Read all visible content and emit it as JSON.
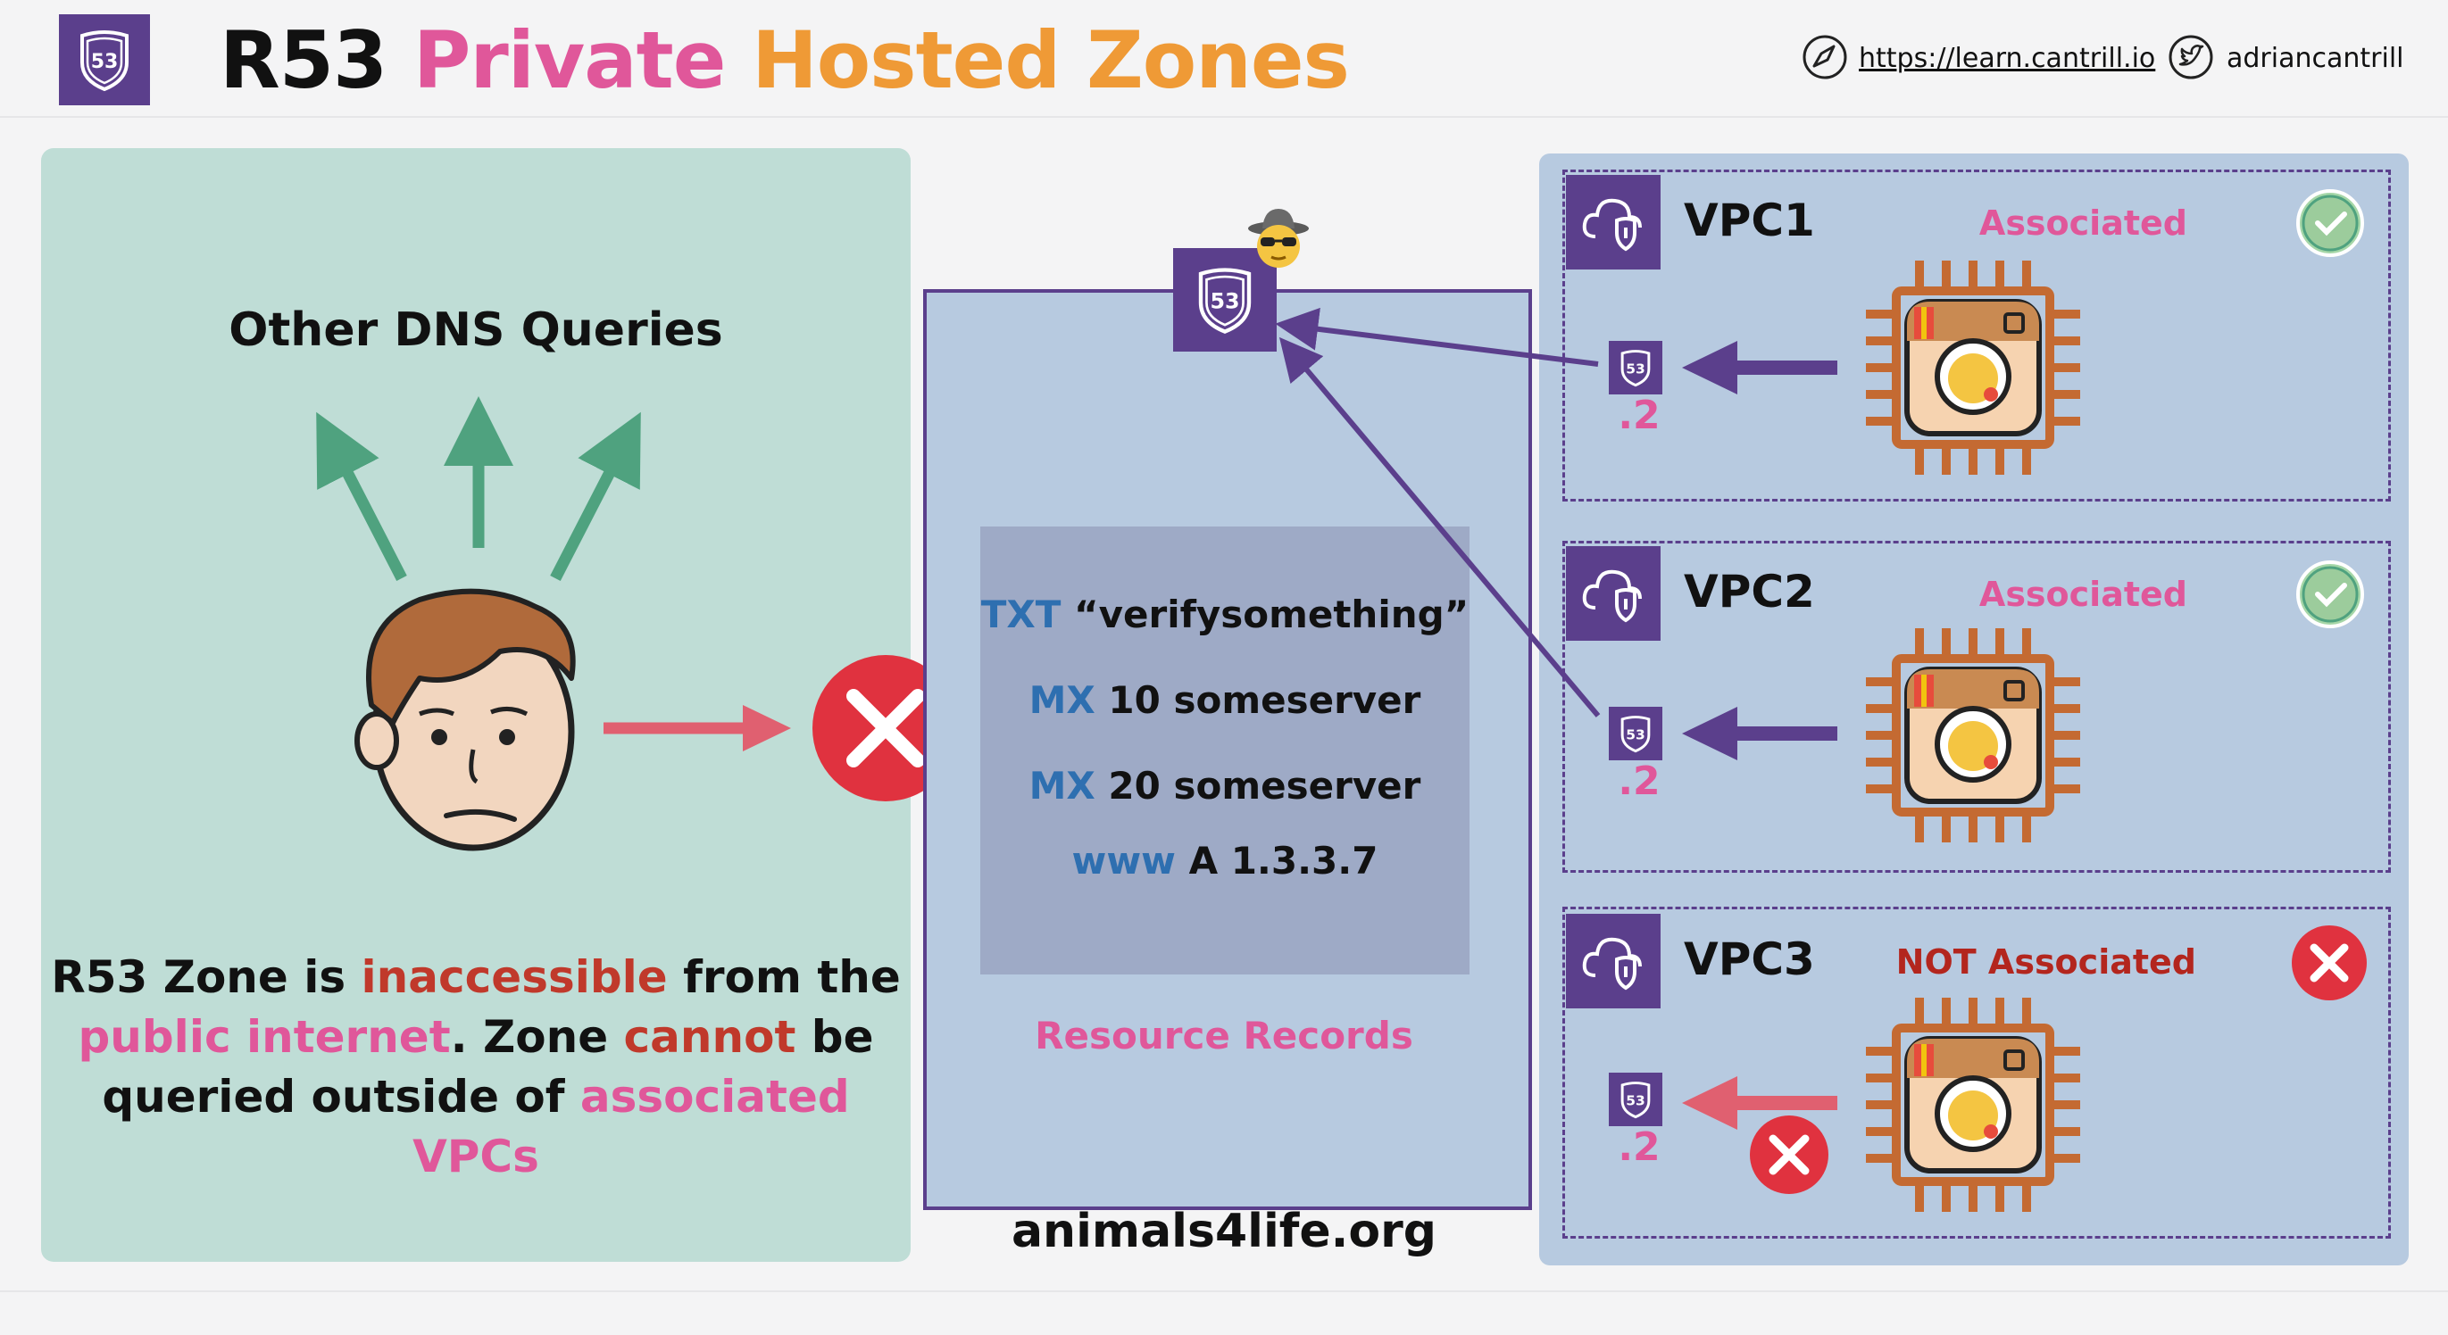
{
  "header": {
    "title_part1": "R53",
    "title_part2": "Private",
    "title_part3": "Hosted Zones",
    "link_url_text": "https://learn.cantrill.io",
    "twitter_handle": "adriancantrill",
    "logo_text": "53"
  },
  "left": {
    "other_dns": "Other DNS Queries",
    "line1_a": "R53 Zone is ",
    "line1_b": "inaccessible",
    "line1_c": " from the",
    "line2_a": "public internet",
    "line2_b": ". Zone ",
    "line2_c": "cannot",
    "line2_d": " be",
    "line3_a": "queried outside of ",
    "line3_b": "associated VPCs"
  },
  "zone": {
    "r53_text": "53",
    "records": [
      {
        "key": "TXT",
        "value": "“verifysomething”"
      },
      {
        "key": "MX",
        "value": "10 someserver"
      },
      {
        "key": "MX",
        "value": "20 someserver"
      },
      {
        "key": "www",
        "value": "A 1.3.3.7"
      }
    ],
    "records_label": "Resource Records",
    "domain": "animals4life.org"
  },
  "vpcs": [
    {
      "name": "VPC1",
      "status": "Associated",
      "resolver": ".2",
      "r53_text": "53"
    },
    {
      "name": "VPC2",
      "status": "Associated",
      "resolver": ".2",
      "r53_text": "53"
    },
    {
      "name": "VPC3",
      "status": "NOT Associated",
      "resolver": ".2",
      "r53_text": "53"
    }
  ],
  "colors": {
    "brand_purple": "#5b3f8c",
    "pink": "#e0579a",
    "orange": "#ef9a36",
    "green_arrow": "#4fa27f",
    "red": "#e0323f",
    "left_bg": "#bfddd6",
    "blue_bg": "#b7cae0"
  }
}
